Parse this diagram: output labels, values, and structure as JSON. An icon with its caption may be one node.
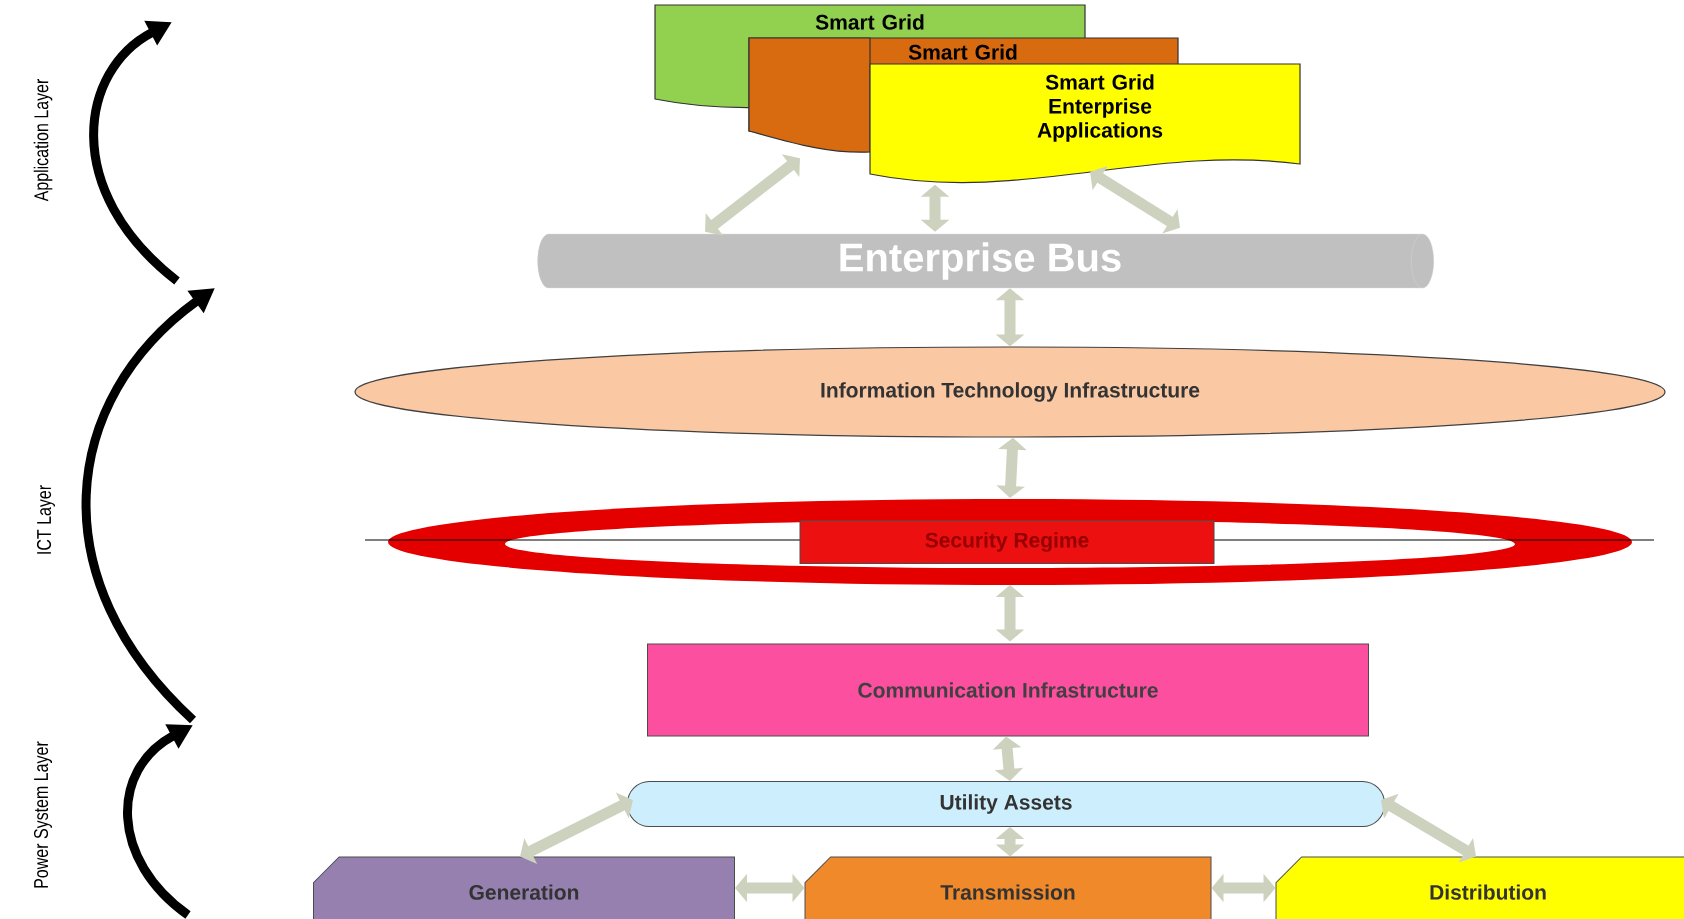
{
  "diagram": {
    "nodes": [
      {
        "text": [
          "Smart Grid"
        ]
      },
      {
        "text": [
          "Smart Grid"
        ]
      },
      {
        "text": [
          "Smart Grid Enterprise Applications"
        ]
      },
      {
        "text": [
          "Enterprise  Bus"
        ]
      },
      {
        "text": [
          "Information Technology Infrastructure"
        ]
      },
      {
        "text": [
          "Security Regime"
        ]
      },
      {
        "text": [
          "Communication Infrastructure"
        ]
      },
      {
        "text": [
          "Utility Assets"
        ]
      },
      {
        "text": [
          "Generation"
        ]
      },
      {
        "text": [
          "Transmission"
        ]
      },
      {
        "text": [
          "Distribution"
        ]
      }
    ],
    "edges": [
      {
        "from": 1,
        "to": 3,
        "arrow": "both"
      },
      {
        "from": 2,
        "to": 3,
        "arrow": "both"
      },
      {
        "from": 2,
        "to": 3,
        "arrow": "both"
      },
      {
        "from": 3,
        "to": 4,
        "arrow": "both"
      },
      {
        "from": 4,
        "to": 5,
        "arrow": "both"
      },
      {
        "from": 5,
        "to": 6,
        "arrow": "both"
      },
      {
        "from": 6,
        "to": 7,
        "arrow": "both"
      },
      {
        "from": 7,
        "to": 8,
        "arrow": "both"
      },
      {
        "from": 7,
        "to": 9,
        "arrow": "both"
      },
      {
        "from": 7,
        "to": 10,
        "arrow": "both"
      },
      {
        "from": 8,
        "to": 9,
        "arrow": "both"
      },
      {
        "from": 9,
        "to": 10,
        "arrow": "both"
      }
    ],
    "labels": [
      "Application Layer",
      "ICT Layer",
      "Power System Layer"
    ]
  }
}
